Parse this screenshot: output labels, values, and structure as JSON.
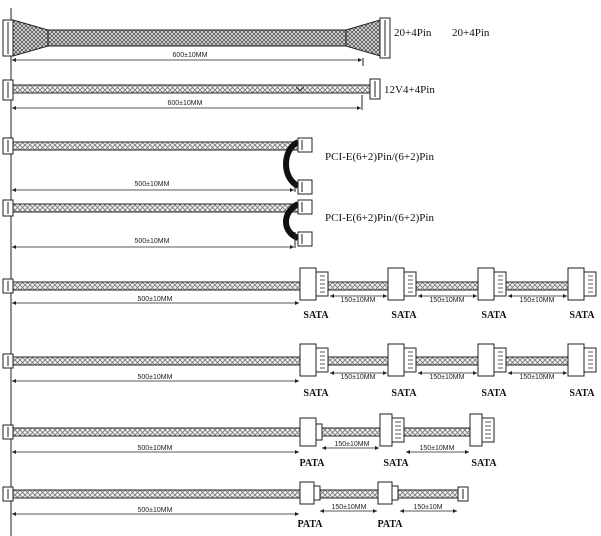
{
  "diagram": {
    "cables": [
      {
        "id": "atx-20-4pin",
        "length_label": "600±10MM",
        "labels": [
          "20+4Pin",
          "20+4Pin"
        ]
      },
      {
        "id": "eps-12v-4-4pin",
        "length_label": "600±10MM",
        "labels": [
          "12V4+4Pin"
        ]
      },
      {
        "id": "pcie-1",
        "length_label": "500±10MM",
        "labels": [
          "PCI-E(6+2)Pin/(6+2)Pin"
        ]
      },
      {
        "id": "pcie-2",
        "length_label": "500±10MM",
        "labels": [
          "PCI-E(6+2)Pin/(6+2)Pin"
        ]
      },
      {
        "id": "sata-1",
        "length_label": "500±10MM",
        "segments": [
          "150±10MM",
          "150±10MM",
          "150±10MM"
        ],
        "connectors": [
          "SATA",
          "SATA",
          "SATA",
          "SATA"
        ]
      },
      {
        "id": "sata-2",
        "length_label": "500±10MM",
        "segments": [
          "150±10MM",
          "150±10MM",
          "150±10MM"
        ],
        "connectors": [
          "SATA",
          "SATA",
          "SATA",
          "SATA"
        ]
      },
      {
        "id": "pata-sata",
        "length_label": "500±10MM",
        "segments": [
          "150±10MM",
          "150±10MM"
        ],
        "connectors": [
          "PATA",
          "SATA",
          "SATA"
        ]
      },
      {
        "id": "pata-pata-floppy",
        "length_label": "500±10MM",
        "segments": [
          "150±10MM",
          "150±10M"
        ],
        "connectors": [
          "PATA",
          "PATA"
        ]
      }
    ]
  }
}
